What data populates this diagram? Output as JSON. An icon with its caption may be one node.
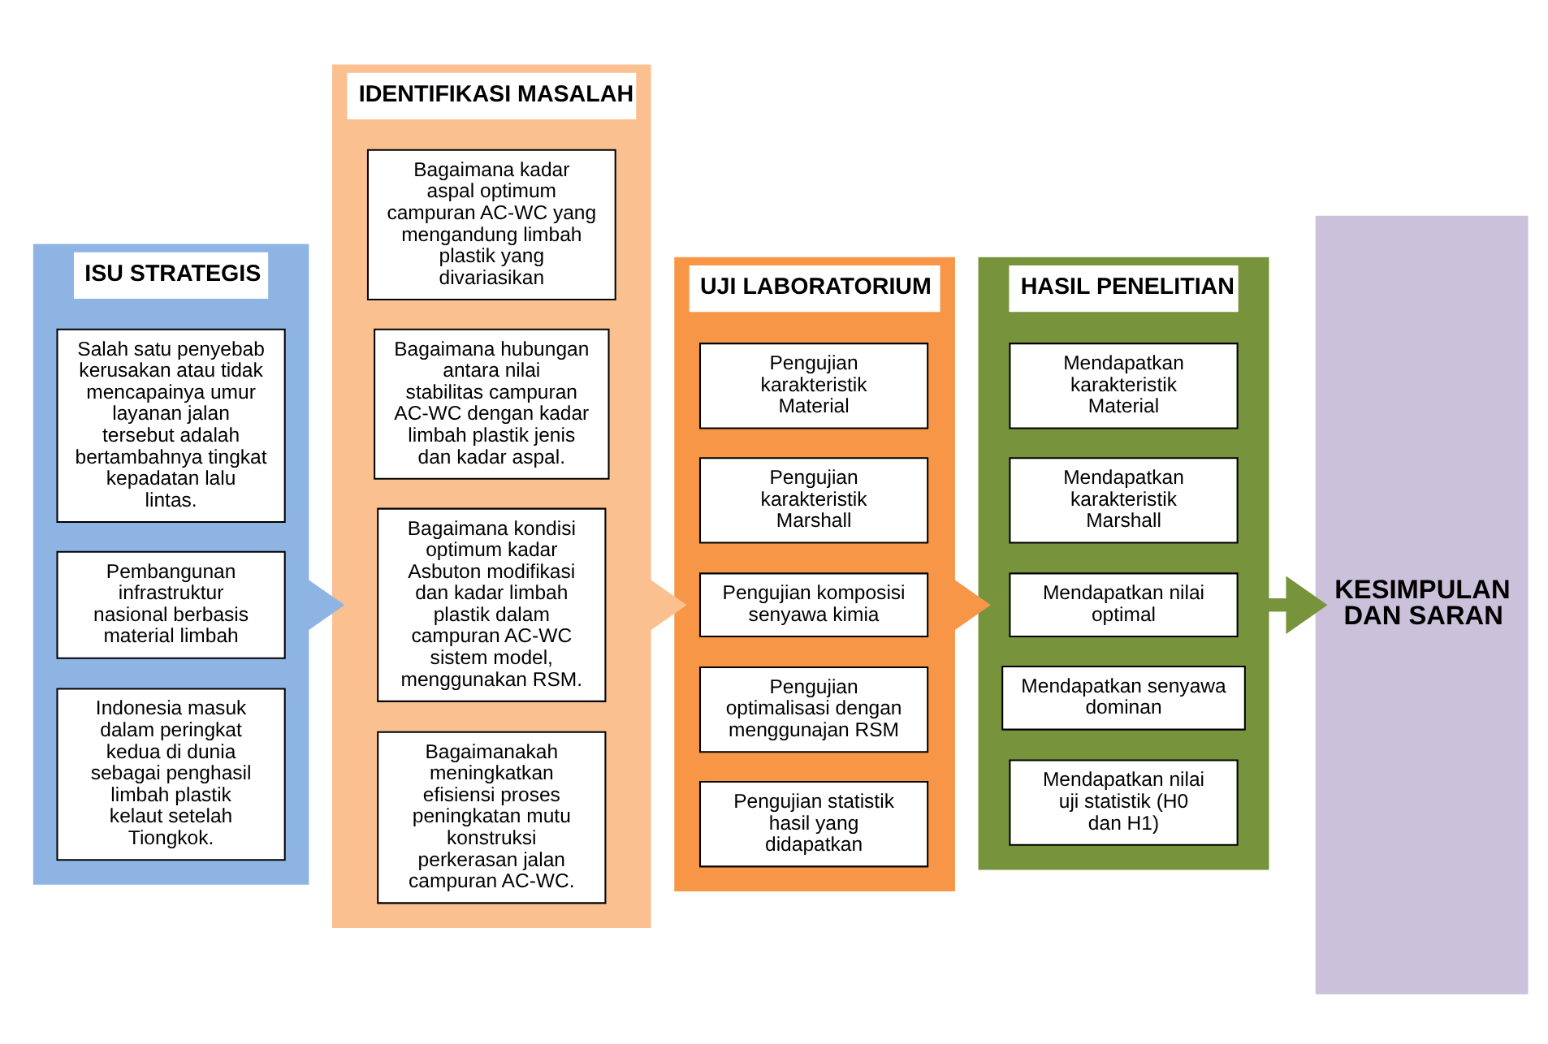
{
  "diagram": {
    "nodes": [
      {
        "text": [
          "ISU STRATEGIS"
        ]
      },
      {
        "text": [
          "Salah satu penyebab kerusakan atau tidak mencapainya umur layanan jalan tersebut adalah bertambahnya tingkat kepadatan lalu lintas."
        ],
        "in": 0
      },
      {
        "text": [
          "Pembangunan infrastruktur nasional berbasis material limbah"
        ],
        "in": 0
      },
      {
        "text": [
          "Indonesia masuk dalam peringkat kedua di dunia sebagai penghasil limbah plastik kelaut setelah Tiongkok."
        ],
        "in": 0
      },
      {
        "text": [
          "IDENTIFIKASI MASALAH"
        ]
      },
      {
        "text": [
          "Bagaimana kadar aspal optimum campuran AC-WC yang mengandung limbah plastik yang divariasikan"
        ],
        "in": 4
      },
      {
        "text": [
          "Bagaimana hubungan antara nilai stabilitas campuran AC-WC dengan kadar limbah plastik jenis dan kadar aspal."
        ],
        "in": 4
      },
      {
        "text": [
          "Bagaimana kondisi optimum kadar Asbuton modifikasi dan kadar limbah plastik dalam campuran AC-WC sistem model, menggunakan RSM."
        ],
        "in": 4
      },
      {
        "text": [
          "Bagaimanakah meningkatkan efisiensi proses peningkatan mutu konstruksi perkerasan jalan campuran AC-WC."
        ],
        "in": 4
      },
      {
        "text": [
          "UJI LABORATORIUM"
        ]
      },
      {
        "text": [
          "Pengujian karakteristik Material"
        ],
        "in": 9
      },
      {
        "text": [
          "Pengujian karakteristik Marshall"
        ],
        "in": 9
      },
      {
        "text": [
          "Pengujian komposisi senyawa kimia"
        ],
        "in": 9
      },
      {
        "text": [
          "Pengujian optimalisasi dengan menggunajan RSM"
        ],
        "in": 9
      },
      {
        "text": [
          "Pengujian statistik hasil yang didapatkan"
        ],
        "in": 9
      },
      {
        "text": [
          "HASIL PENELITIAN"
        ]
      },
      {
        "text": [
          "Mendapatkan karakteristik Material"
        ],
        "in": 15
      },
      {
        "text": [
          "Mendapatkan karakteristik Marshall"
        ],
        "in": 15
      },
      {
        "text": [
          "Mendapatkan nilai optimal"
        ],
        "in": 15
      },
      {
        "text": [
          "Mendapatkan senyawa dominan"
        ],
        "in": 15
      },
      {
        "text": [
          "Mendapatkan nilai uji statistik (H0 dan H1)"
        ],
        "in": 15
      },
      {
        "text": [
          "KESIMPULAN DAN SARAN"
        ]
      }
    ],
    "edges": [
      {
        "from": 0,
        "to": 4,
        "arrow": "to",
        "color": "#8eb4e3"
      },
      {
        "from": 4,
        "to": 9,
        "arrow": "to",
        "color": "#fac090"
      },
      {
        "from": 9,
        "to": 15,
        "arrow": "to",
        "color": "#f79646"
      },
      {
        "from": 15,
        "to": 21,
        "arrow": "to",
        "color": "#77933c"
      }
    ]
  }
}
